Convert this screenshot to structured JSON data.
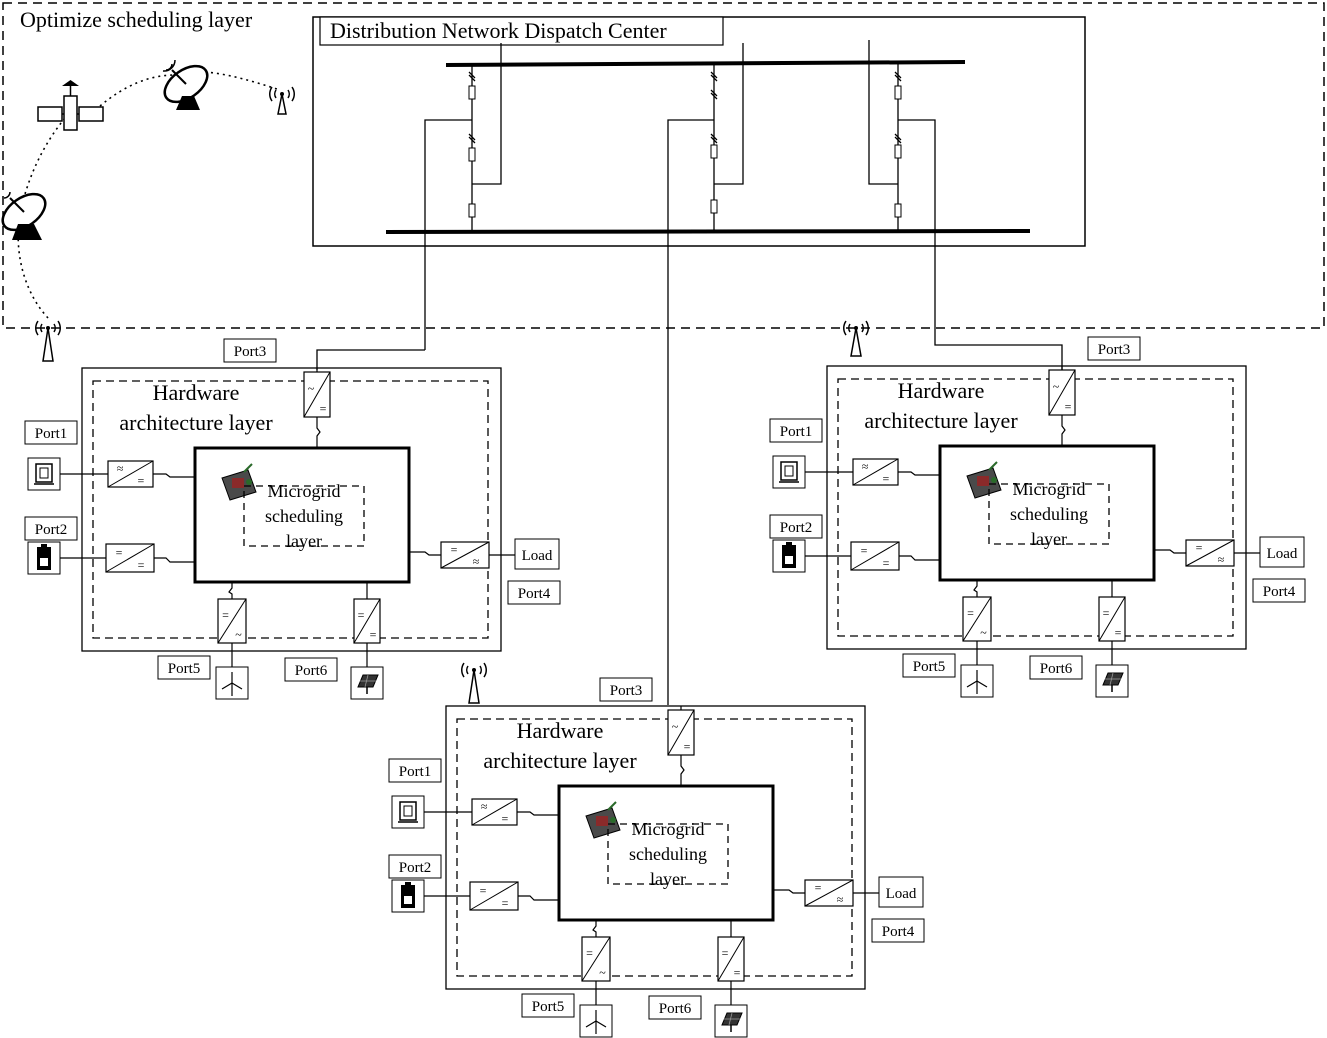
{
  "outer_layer_title": "Optimize scheduling layer",
  "dispatch_center_title": "Distribution Network Dispatch Center",
  "microgrids": [
    {
      "hardware_title_line1": "Hardware",
      "hardware_title_line2": "architecture layer",
      "scheduling_line1": "Microgrid",
      "scheduling_line2": "scheduling",
      "scheduling_line3": "layer",
      "ports": [
        "Port1",
        "Port2",
        "Port3",
        "Port4",
        "Port5",
        "Port6"
      ],
      "load_label": "Load"
    },
    {
      "hardware_title_line1": "Hardware",
      "hardware_title_line2": "architecture layer",
      "scheduling_line1": "Microgrid",
      "scheduling_line2": "scheduling",
      "scheduling_line3": "layer",
      "ports": [
        "Port1",
        "Port2",
        "Port3",
        "Port4",
        "Port5",
        "Port6"
      ],
      "load_label": "Load"
    },
    {
      "hardware_title_line1": "Hardware",
      "hardware_title_line2": "architecture layer",
      "scheduling_line1": "Microgrid",
      "scheduling_line2": "scheduling",
      "scheduling_line3": "layer",
      "ports": [
        "Port1",
        "Port2",
        "Port3",
        "Port4",
        "Port5",
        "Port6"
      ],
      "load_label": "Load"
    }
  ]
}
